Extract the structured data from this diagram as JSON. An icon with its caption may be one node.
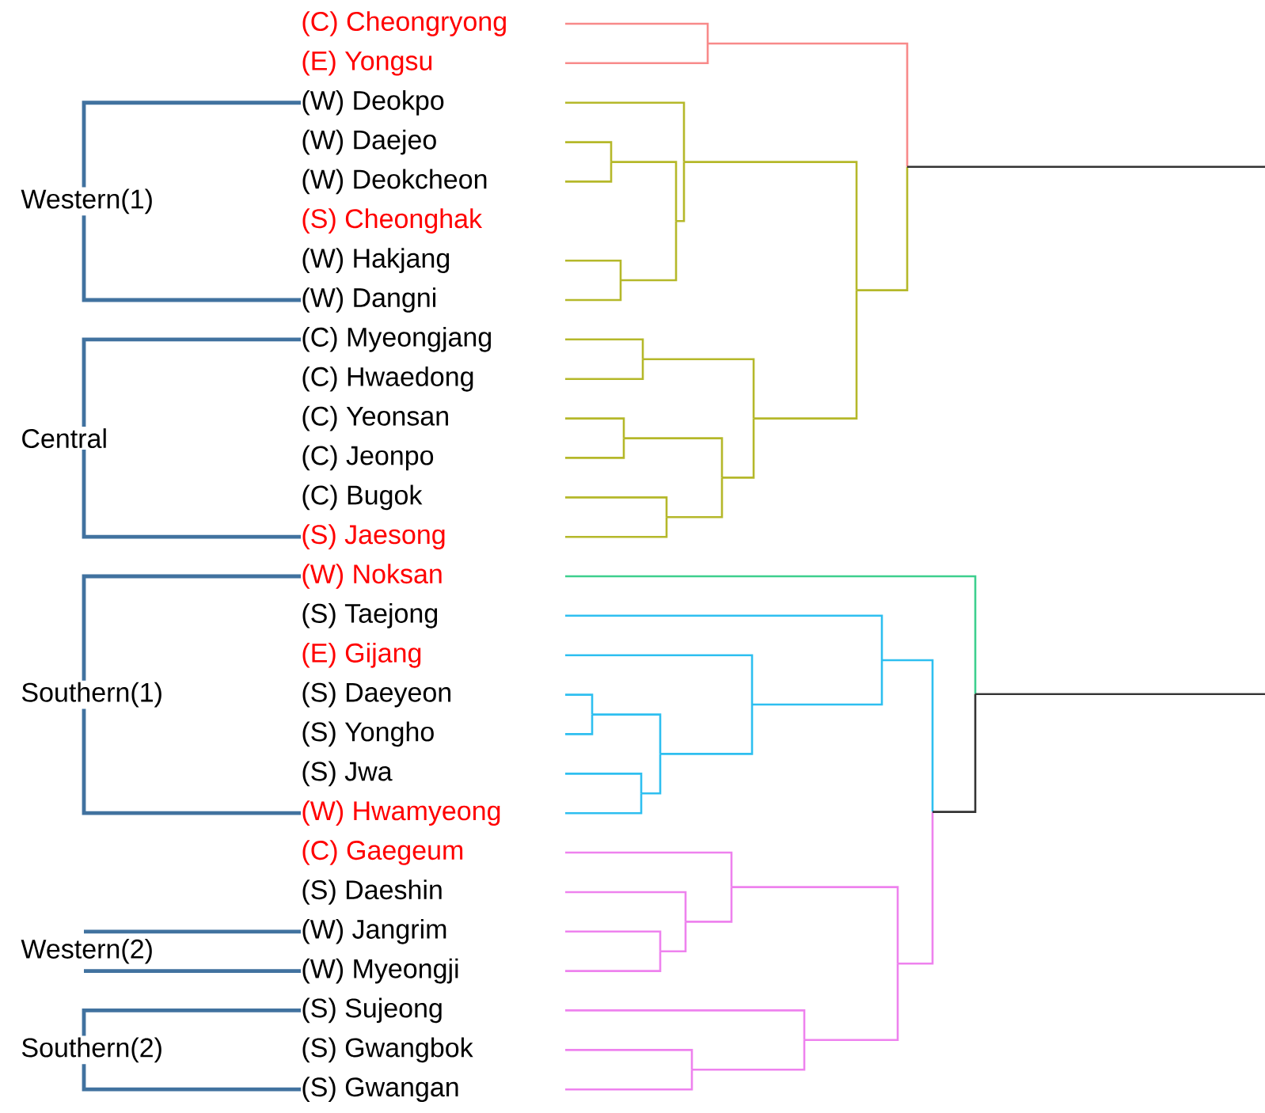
{
  "diagram": {
    "labels": [
      "(C) Cheongryong",
      "(E) Yongsu",
      "(W) Deokpo",
      "(W) Daejeo",
      "(W) Deokcheon",
      "(S) Cheonghak",
      "(W) Hakjang",
      "(W) Dangni",
      "(C) Myeongjang",
      "(C) Hwaedong",
      "(C) Yeonsan",
      "(C) Jeonpo",
      "(C) Bugok",
      "(S) Jaesong",
      "(W) Noksan",
      "(S) Taejong",
      "(E) Gijang",
      "(S) Daeyeon",
      "(S) Yongho",
      "(S) Jwa",
      "(W) Hwamyeong",
      "(C) Gaegeum",
      "(S) Daeshin",
      "(W) Jangrim",
      "(W) Myeongji",
      "(S) Sujeong",
      "(S) Gwangbok",
      "(S) Gwangan",
      "Western(1)",
      "Central",
      "Southern(1)",
      "Western(2)",
      "Southern(2)"
    ]
  }
}
